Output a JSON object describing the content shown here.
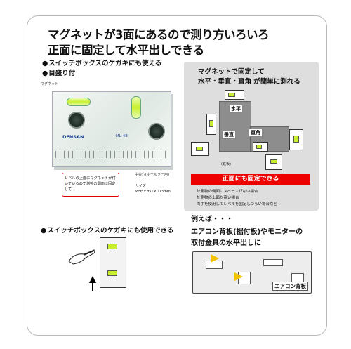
{
  "headline": {
    "line1": "マグネットが3面にあるので測り方いろいろ",
    "line2": "正面に固定して水平出しできる"
  },
  "bullets": {
    "switch_box": "スイッチボックスのケガキにも使える",
    "graduations": "目盛り付"
  },
  "product": {
    "magnet_label": "マグネット",
    "brand": "DENSAN",
    "model": "ML-48",
    "hole_label": "中央穴(ホールソー用)",
    "size_label": "サイズ",
    "size_value": "W95×H51×D13mm",
    "callout": "レベルの上面にマグネットが付いているので測物の側面に固定して..."
  },
  "panel": {
    "title_line1": "マグネットで固定して",
    "title_line2": "水平・垂直・直角 が簡単に測れる",
    "tag_horizontal": "水平",
    "tag_vertical": "垂直",
    "tag_right_angle": "直角",
    "tag_iron": "(鉄板)",
    "banner": "正面にも固定できる",
    "note1": "計測物の側面にスペースがない場合",
    "note2": "計測物の上面が高い場合",
    "note3": "両手を使用してレベルを固定しづらい場合など"
  },
  "section_switch": {
    "label": "スイッチボックスのケガキにも使用できる"
  },
  "section_example": {
    "lead": "例えば・・・",
    "line1": "エアコン背板(据付板)やモニターの",
    "line2": "取付金具の水平出しに",
    "tag_aircon": "エアコン背板"
  },
  "colors": {
    "accent_red": "#e00000",
    "vial_green": "#c8ef2c",
    "arrow_yellow": "#f3c200"
  }
}
